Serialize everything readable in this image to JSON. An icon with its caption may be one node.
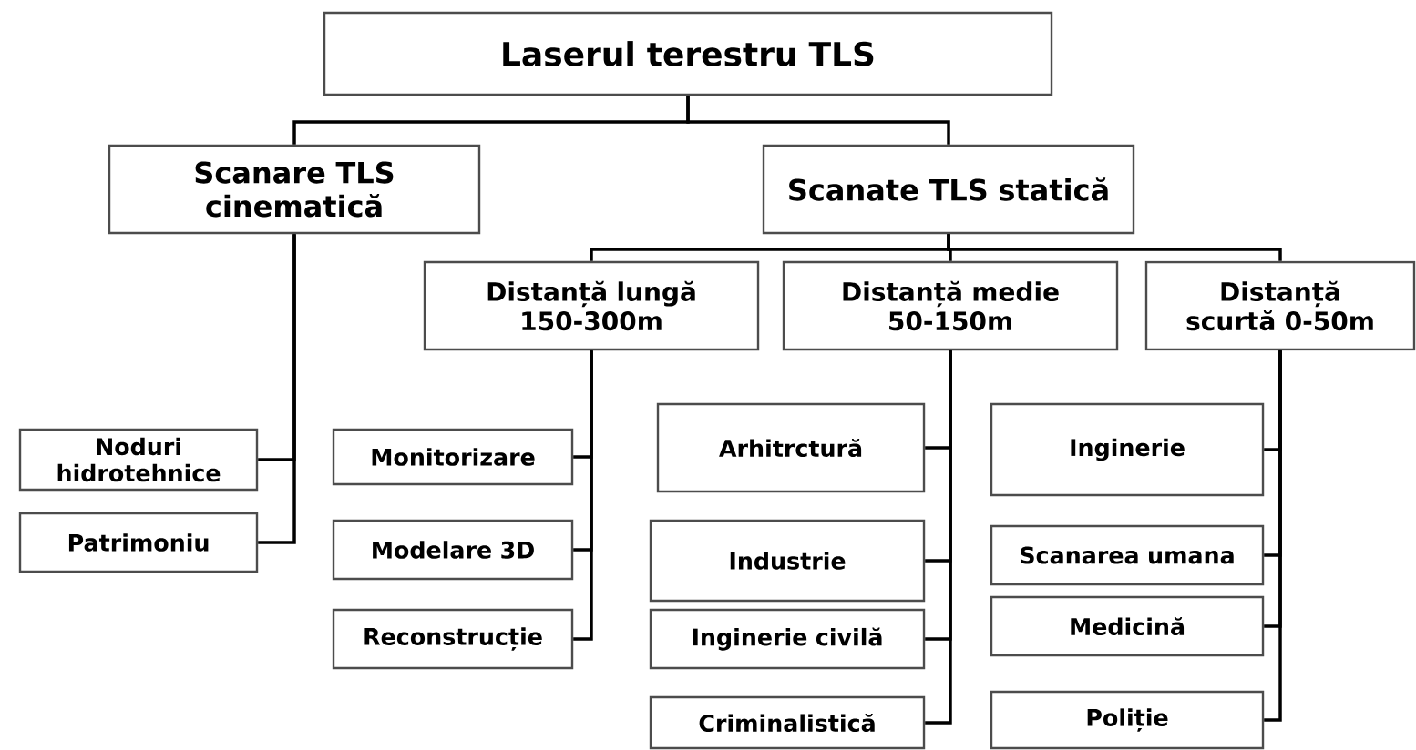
{
  "diagram": {
    "nodes": [
      {
        "text": [
          "Laserul terestru TLS"
        ]
      },
      {
        "text": [
          "Scanare TLS cinematică"
        ]
      },
      {
        "text": [
          "Scanate TLS statică"
        ]
      },
      {
        "text": [
          "Distanță lungă 150-300m"
        ]
      },
      {
        "text": [
          "Distanță medie 50-150m"
        ]
      },
      {
        "text": [
          "Distanță scurtă 0-50m"
        ]
      },
      {
        "text": [
          "Noduri hidrotehnice"
        ]
      },
      {
        "text": [
          "Patrimoniu"
        ]
      },
      {
        "text": [
          "Monitorizare"
        ]
      },
      {
        "text": [
          "Modelare 3D"
        ]
      },
      {
        "text": [
          "Reconstrucție"
        ]
      },
      {
        "text": [
          "Arhitrctură"
        ]
      },
      {
        "text": [
          "Industrie"
        ]
      },
      {
        "text": [
          "Inginerie civilă"
        ]
      },
      {
        "text": [
          "Criminalistică"
        ]
      },
      {
        "text": [
          "Inginerie"
        ]
      },
      {
        "text": [
          "Scanarea umana"
        ]
      },
      {
        "text": [
          "Medicină"
        ]
      },
      {
        "text": [
          "Poliție"
        ]
      }
    ],
    "edges": [
      {
        "from": 0,
        "to": 1,
        "arrow": "none"
      },
      {
        "from": 0,
        "to": 2,
        "arrow": "none"
      },
      {
        "from": 2,
        "to": 3,
        "arrow": "none"
      },
      {
        "from": 2,
        "to": 4,
        "arrow": "none"
      },
      {
        "from": 2,
        "to": 5,
        "arrow": "none"
      },
      {
        "from": 1,
        "to": 6,
        "arrow": "none"
      },
      {
        "from": 1,
        "to": 7,
        "arrow": "none"
      },
      {
        "from": 3,
        "to": 8,
        "arrow": "none"
      },
      {
        "from": 3,
        "to": 9,
        "arrow": "none"
      },
      {
        "from": 3,
        "to": 10,
        "arrow": "none"
      },
      {
        "from": 4,
        "to": 11,
        "arrow": "none"
      },
      {
        "from": 4,
        "to": 12,
        "arrow": "none"
      },
      {
        "from": 4,
        "to": 13,
        "arrow": "none"
      },
      {
        "from": 4,
        "to": 14,
        "arrow": "none"
      },
      {
        "from": 5,
        "to": 15,
        "arrow": "none"
      },
      {
        "from": 5,
        "to": 16,
        "arrow": "none"
      },
      {
        "from": 5,
        "to": 17,
        "arrow": "none"
      },
      {
        "from": 5,
        "to": 18,
        "arrow": "none"
      }
    ]
  }
}
